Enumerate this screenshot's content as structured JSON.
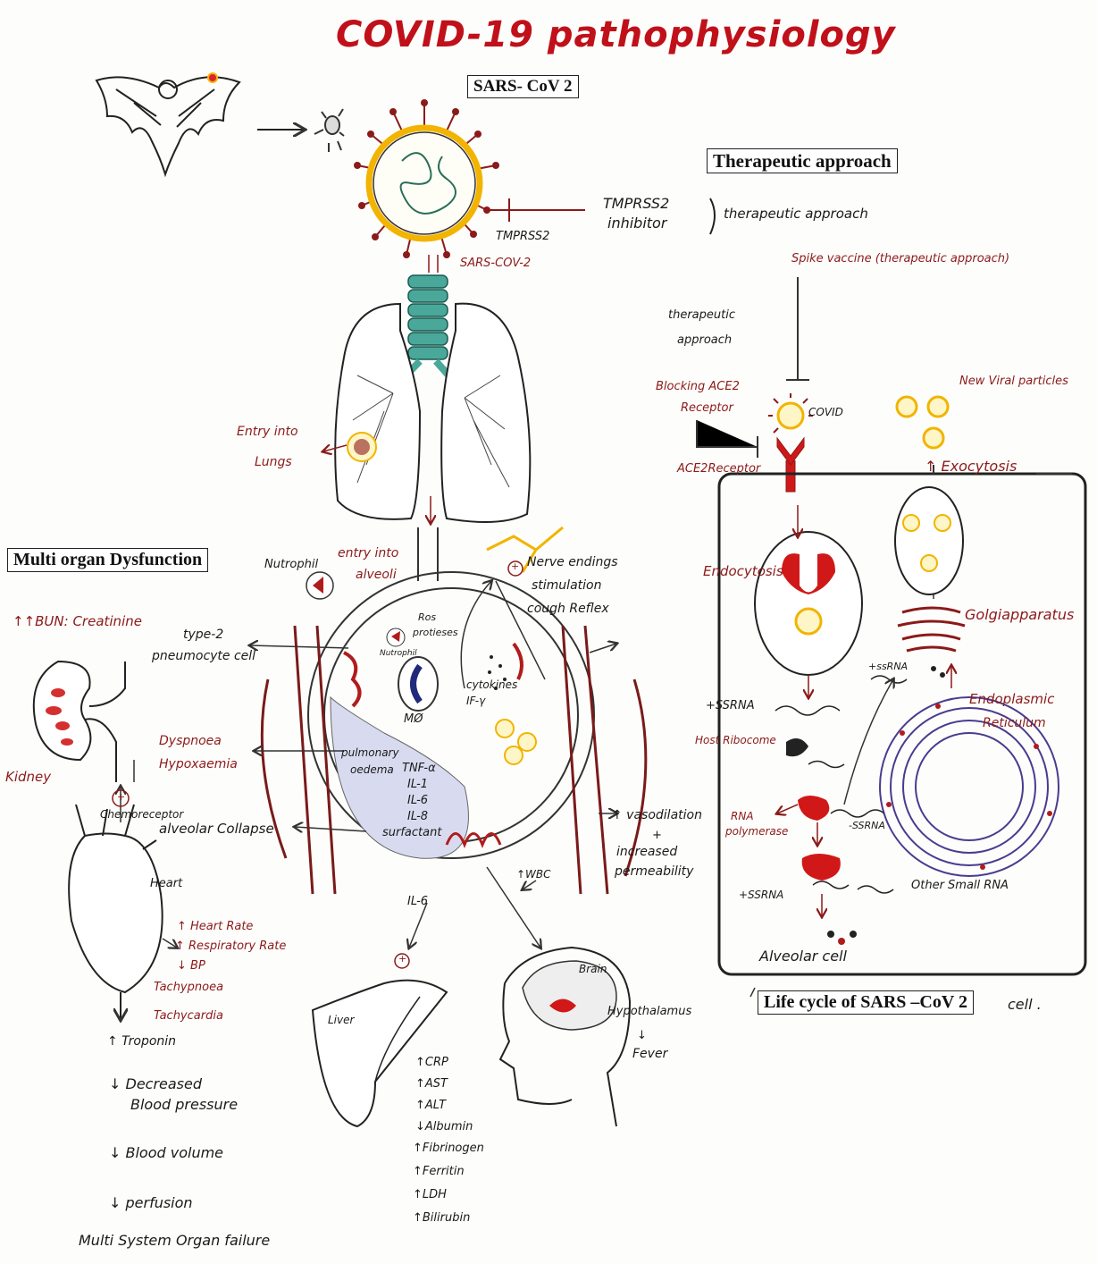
{
  "title": "COVID-19 pathophysiology",
  "boxes": {
    "sars_cov2": "SARS- CoV 2",
    "therapeutic": "Therapeutic approach",
    "multi_organ": "Multi organ Dysfunction",
    "life_cycle": "Life cycle of SARS –CoV 2",
    "life_cycle_suffix": "cell ."
  },
  "virus": {
    "tmprss2": "TMPRSS2",
    "sars_cov2": "SARS-COV-2",
    "inhibitor_1": "TMPRSS2",
    "inhibitor_2": "inhibitor",
    "inhibitor_note": "therapeutic approach"
  },
  "lungs": {
    "entry_lungs_1": "Entry into",
    "entry_lungs_2": "Lungs",
    "entry_alveoli_1": "entry into",
    "entry_alveoli_2": "alveoli"
  },
  "alveolus": {
    "nutrophil": "Nutrophil",
    "type2_1": "type-2",
    "type2_2": "pneumocyte cell",
    "ros_1": "Ros",
    "ros_2": "protieses",
    "nutrophil_inner": "Nutrophil",
    "mo": "MØ",
    "cytokines_1": "cytokines",
    "cytokines_2": "IF-γ",
    "nerve_1": "Nerve endings",
    "nerve_2": "stimulation",
    "nerve_3": "cough Reflex",
    "plus": "+",
    "edema_1": "pulmonary",
    "edema_2": "oedema",
    "tnf": "TNF-α",
    "il1": "IL-1",
    "il6": "IL-6",
    "il8": "IL-8",
    "surfactant": "surfactant",
    "il6_out": "IL-6",
    "wbc": "↑WBC",
    "vaso_1": "↑ vasodilation",
    "vaso_2": "+",
    "vaso_3": "increased",
    "vaso_4": "permeability"
  },
  "left": {
    "bun": "↑↑BUN: Creatinine",
    "kidney": "Kidney",
    "dyspnoea": "Dyspnoea",
    "hypox": "Hypoxaemia",
    "chemo": "Chemoreceptor",
    "plus": "+",
    "collapse": "alveolar Collapse",
    "heart": "Heart",
    "hr": "↑ Heart Rate",
    "rr": "↑ Respiratory Rate",
    "bp": "↓ BP",
    "tachyp": "Tachypnoea",
    "tachyc": "Tachycardia",
    "troponin": "↑ Troponin",
    "dec_1": "↓ Decreased",
    "dec_2": "Blood pressure",
    "vol": "↓ Blood volume",
    "perf": "↓ perfusion",
    "fail": "Multi System Organ failure"
  },
  "liver": {
    "label": "Liver",
    "plus": "+",
    "markers": [
      "↑CRP",
      "↑AST",
      "↑ALT",
      "↓Albumin",
      "↑Fibrinogen",
      "↑Ferritin",
      "↑LDH",
      "↑Bilirubin"
    ]
  },
  "brain": {
    "label": "Brain",
    "hypo": "Hypothalamus",
    "arrow": "↓",
    "fever": "Fever"
  },
  "therapy": {
    "spike": "Spike vaccine (therapeutic approach)",
    "thera_1": "therapeutic",
    "thera_2": "approach",
    "block_1": "Blocking ACE2",
    "block_2": "Receptor",
    "covid": "COVID",
    "ace2": "ACE2Receptor",
    "new_viral": "New Viral particles",
    "exocytosis": "↑ Exocytosis"
  },
  "cell": {
    "endocytosis": "Endocytosis",
    "golgi": "Golgiapparatus",
    "ssrna_top": "+ssRNA",
    "ssrna_1": "+SSRNA",
    "host_ribo": "Host Ribocome",
    "er_1": "Endoplasmic",
    "er_2": "Reticulum",
    "rna_pol_1": "RNA",
    "rna_pol_2": "polymerase",
    "neg_ssrna": "-SSRNA",
    "ssrna_2": "+SSRNA",
    "other_rna": "Other Small RNA",
    "alveolar": "Alveolar cell"
  }
}
